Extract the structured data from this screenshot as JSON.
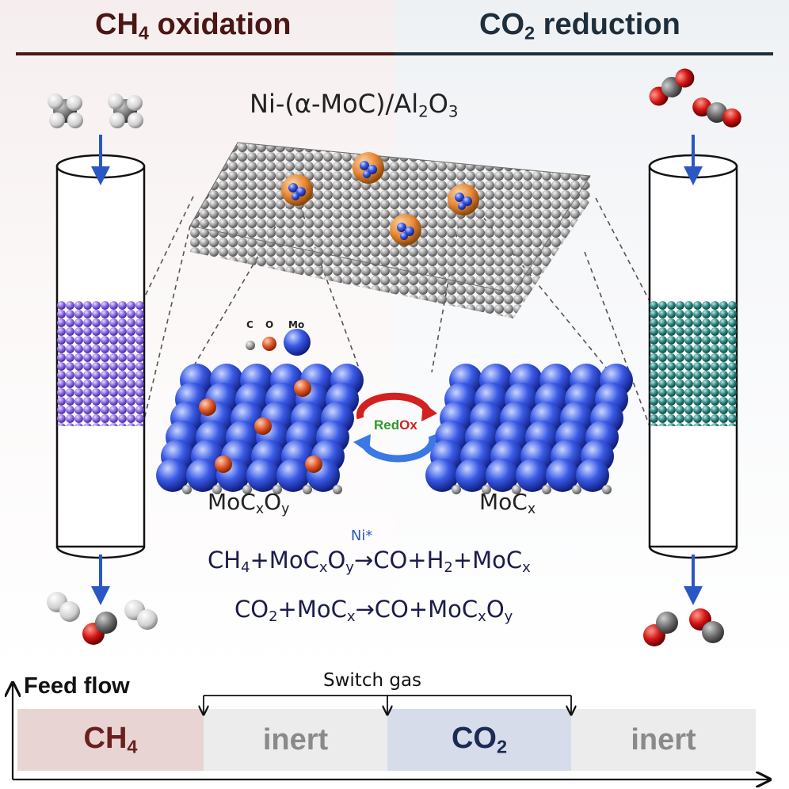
{
  "header": {
    "left_prefix": "CH",
    "left_sub": "4",
    "left_suffix": " oxidation",
    "right_prefix": "CO",
    "right_sub": "2",
    "right_suffix": " reduction"
  },
  "catalyst": {
    "prefix": "Ni-(α-MoC)/Al",
    "sub1": "2",
    "mid": "O",
    "sub2": "3"
  },
  "legend": {
    "c": "C",
    "o": "O",
    "mo": "Mo"
  },
  "redox": {
    "red": "Red",
    "ox": "Ox"
  },
  "surfaces": {
    "oxidized": {
      "base": "MoC",
      "s1": "x",
      "mid": "O",
      "s2": "y"
    },
    "reduced": {
      "base": "MoC",
      "s1": "x"
    }
  },
  "equations": {
    "eq1": {
      "a": "CH",
      "a_sub": "4",
      "b": "+MoC",
      "b_sub1": "x",
      "c": "O",
      "c_sub": "y",
      "catalyst": "Ni*",
      "arrow": "→",
      "d": "CO+H",
      "d_sub": "2",
      "e": "+MoC",
      "e_sub": "x"
    },
    "eq2": {
      "a": "CO",
      "a_sub": "2",
      "b": "+MoC",
      "b_sub": "x",
      "arrow": "→",
      "c": "CO+MoC",
      "c_sub1": "x",
      "d": "O",
      "d_sub": "y"
    }
  },
  "feed": {
    "title": "Feed flow",
    "switch_label": "Switch gas",
    "segments": [
      {
        "prefix": "CH",
        "sub": "4",
        "color": "#e9d4d4",
        "text_color": "#6b1f1f"
      },
      {
        "prefix": "inert",
        "sub": "",
        "color": "#ececec",
        "text_color": "#8a8a8a"
      },
      {
        "prefix": "CO",
        "sub": "2",
        "color": "#d6dcea",
        "text_color": "#1c2a55"
      },
      {
        "prefix": "inert",
        "sub": "",
        "color": "#ececec",
        "text_color": "#8a8a8a"
      }
    ]
  },
  "colors": {
    "left_accent": "#4a1616",
    "right_accent": "#1e2e3a",
    "mo_atom": "#3050d8",
    "o_atom": "#e05030",
    "ch4_bed": "#8a6ae0",
    "co2_bed": "#2f8a84",
    "arrow": "#2a57c4"
  }
}
